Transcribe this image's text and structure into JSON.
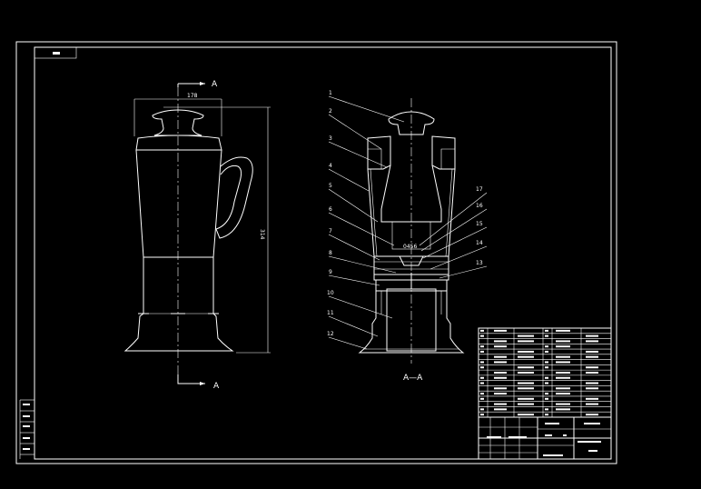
{
  "drawing": {
    "section_marks": {
      "top": "A",
      "bottom": "A",
      "section_view_label": "A—A"
    },
    "dimensions": {
      "width": "178",
      "height": "314"
    },
    "part_numbers": [
      "1",
      "2",
      "3",
      "4",
      "5",
      "6",
      "7",
      "8",
      "9",
      "10",
      "11",
      "12",
      "13",
      "14",
      "15",
      "16",
      "17"
    ]
  },
  "colors": {
    "background": "#000000",
    "lines": "#ffffff"
  }
}
